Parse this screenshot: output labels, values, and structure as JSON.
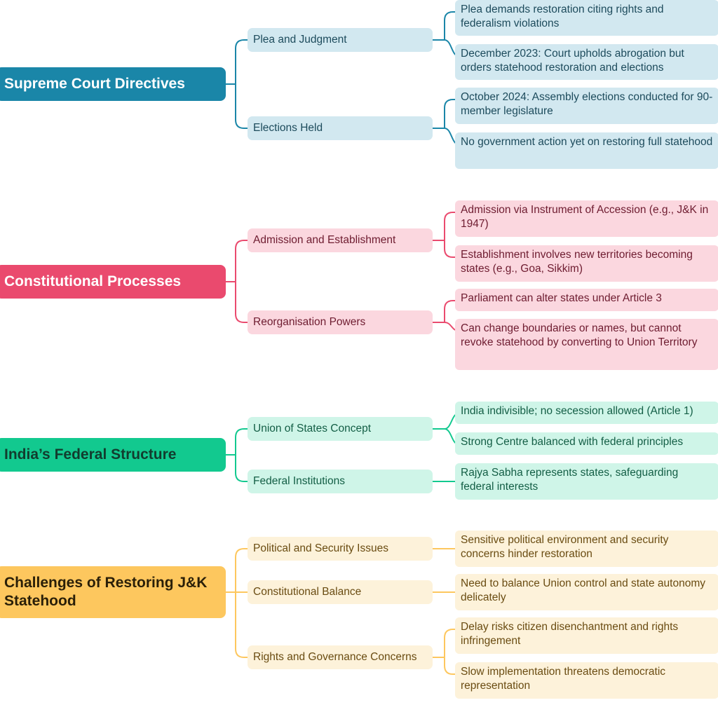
{
  "colors": {
    "supreme": {
      "root": "#1a86a8",
      "sub_bg": "#d2e8f0",
      "leaf_bg": "#d2e8f0",
      "text": "#1d4b5c",
      "line": "#1a86a8"
    },
    "constitutional": {
      "root": "#ea4a6e",
      "sub_bg": "#fbd7df",
      "leaf_bg": "#fbd7df",
      "text": "#6e1c30",
      "line": "#ea4a6e"
    },
    "federal": {
      "root": "#12c98f",
      "sub_bg": "#cff5e8",
      "leaf_bg": "#cff5e8",
      "text": "#135e45",
      "line": "#12c98f"
    },
    "challenges": {
      "root": "#fdc75e",
      "sub_bg": "#fdf2da",
      "leaf_bg": "#fdf2da",
      "text": "#6a4c12",
      "line": "#fdc75e"
    }
  },
  "branches": [
    {
      "key": "supreme",
      "title": "Supreme Court Directives",
      "subs": [
        {
          "label": "Plea and Judgment",
          "leaves": [
            "Plea demands restoration citing rights and federalism violations",
            "December 2023: Court upholds abrogation but orders statehood restoration and elections"
          ]
        },
        {
          "label": "Elections Held",
          "leaves": [
            "October 2024: Assembly elections conducted for 90-member legislature",
            "No government action yet on restoring full statehood"
          ]
        }
      ]
    },
    {
      "key": "constitutional",
      "title": "Constitutional Processes",
      "subs": [
        {
          "label": "Admission and Establishment",
          "leaves": [
            "Admission via Instrument of Accession (e.g., J&K in 1947)",
            "Establishment involves new territories becoming states (e.g., Goa, Sikkim)"
          ]
        },
        {
          "label": "Reorganisation Powers",
          "leaves": [
            "Parliament can alter states under Article 3",
            "Can change boundaries or names, but cannot revoke statehood by converting to Union Territory"
          ]
        }
      ]
    },
    {
      "key": "federal",
      "title": "India’s Federal Structure",
      "subs": [
        {
          "label": "Union of States Concept",
          "leaves": [
            "India indivisible; no secession allowed (Article 1)",
            "Strong Centre balanced with federal principles"
          ]
        },
        {
          "label": "Federal Institutions",
          "leaves": [
            "Rajya Sabha represents states, safeguarding federal interests"
          ]
        }
      ]
    },
    {
      "key": "challenges",
      "title": "Challenges of Restoring J&K Statehood",
      "subs": [
        {
          "label": "Political and Security Issues",
          "leaves": [
            "Sensitive political environment and security concerns hinder restoration"
          ]
        },
        {
          "label": "Constitutional Balance",
          "leaves": [
            "Need to balance Union control and state autonomy delicately"
          ]
        },
        {
          "label": "Rights and Governance Concerns",
          "leaves": [
            "Delay risks citizen disenchantment and rights infringement",
            "Slow implementation threatens democratic representation"
          ]
        }
      ]
    }
  ]
}
